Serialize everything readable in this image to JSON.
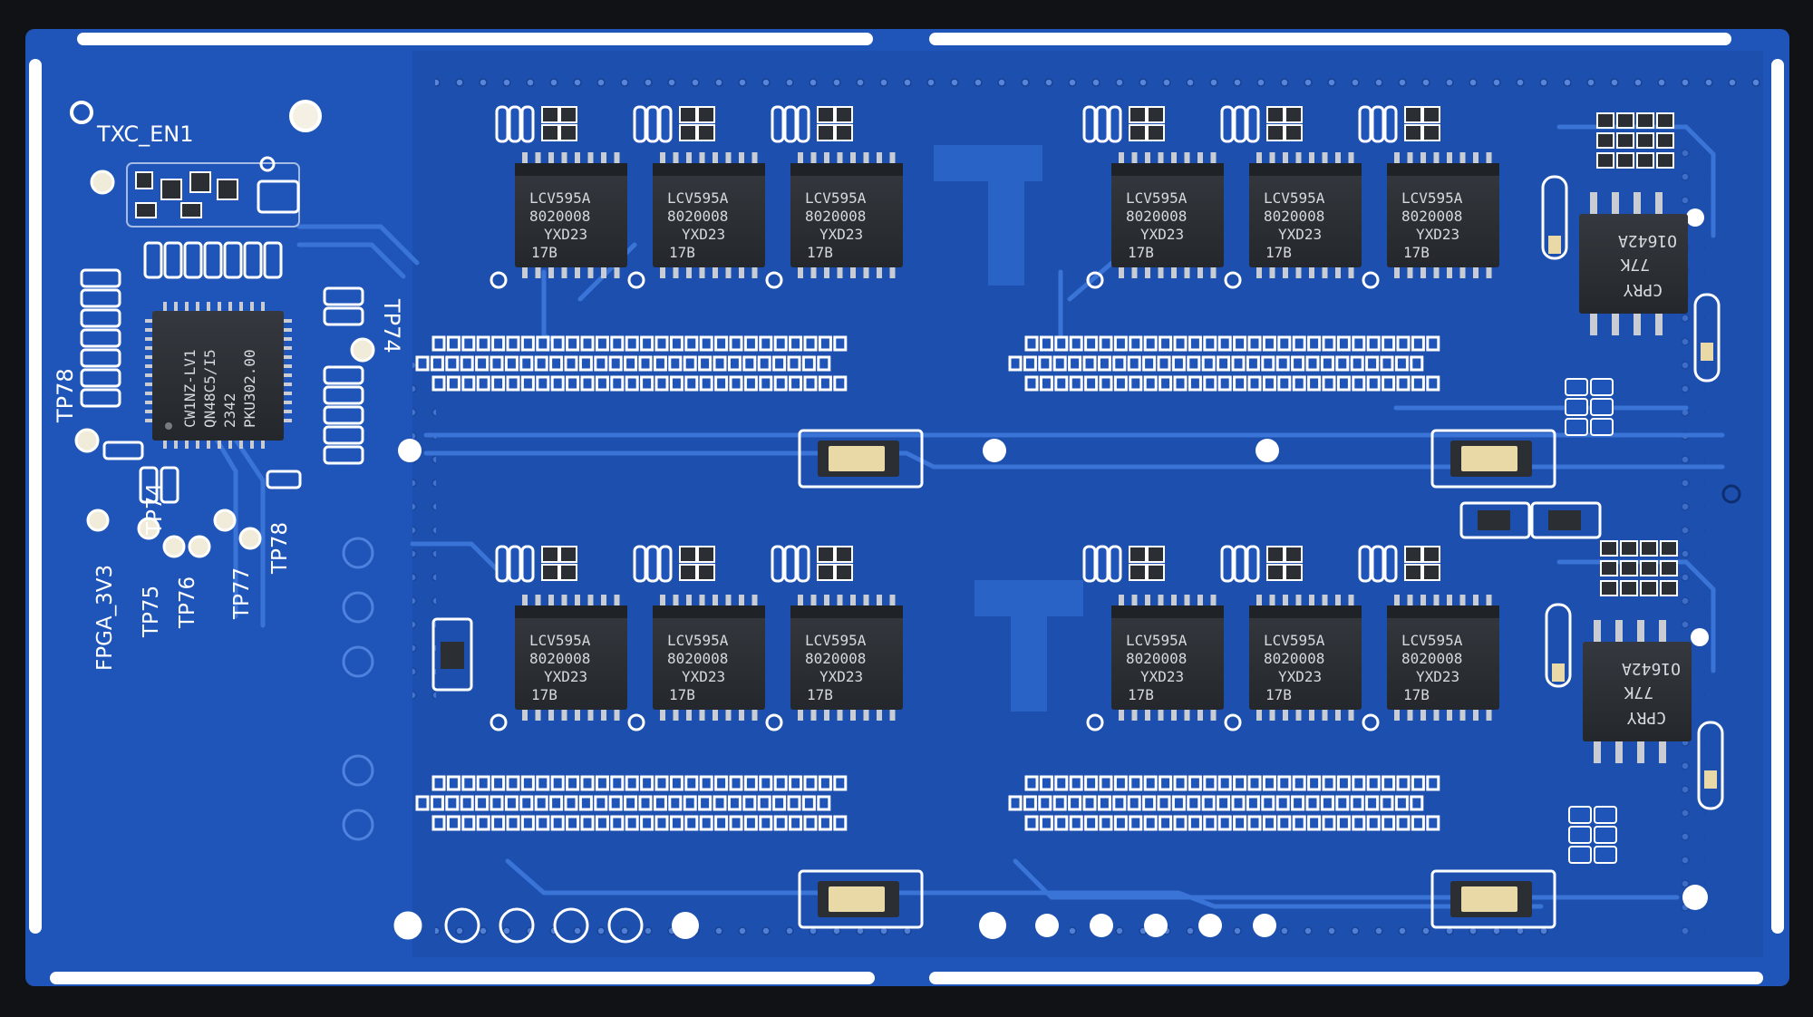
{
  "board": {
    "colors": {
      "background": "#101216",
      "pcb": "#1f55b8",
      "pcb_dark": "#163f92",
      "copper_pour": "#2a63c6",
      "trace": "#3a74d6",
      "silkscreen": "#ffffff",
      "chip": "#2b2e33",
      "pad_gold": "#e8d9a6"
    }
  },
  "labels": {
    "txc_en1": "TXC_EN1",
    "tp74_top": "TP74",
    "tp78_left": "TP78",
    "tp74_bottom": "TP74",
    "tp75": "TP75",
    "tp76": "TP76",
    "tp77": "TP77",
    "tp78_bottom": "TP78",
    "fpga_3v3": "FPGA_3V3"
  },
  "mcu": {
    "lines": [
      "CW1NZ-LV1",
      "QN48C5/I5",
      "2342",
      "PKU302.00"
    ]
  },
  "shift_register": {
    "lines": [
      "LCV595A",
      "8020008",
      "YXD23",
      "17B"
    ]
  },
  "opamp": {
    "lines": [
      "O1642A",
      "77K",
      "CPRY"
    ]
  }
}
